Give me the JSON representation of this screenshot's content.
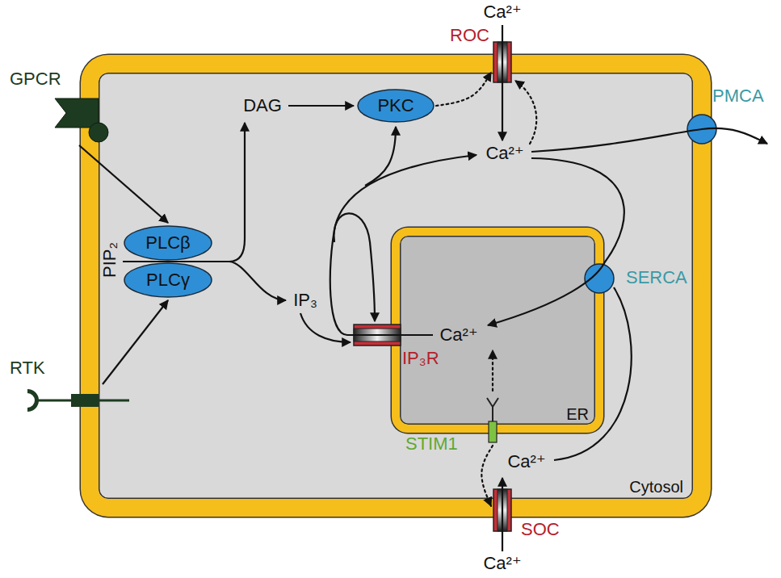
{
  "diagram": {
    "nodes": [
      {
        "text": [
          "Cytosol"
        ]
      },
      {
        "text": [
          "GPCR"
        ]
      },
      {
        "text": [
          "RTK"
        ]
      },
      {
        "text": [
          "PLCβ"
        ],
        "in": 0
      },
      {
        "text": [
          "PLCγ"
        ],
        "in": 0
      },
      {
        "text": [
          "PKC"
        ],
        "in": 0
      },
      {
        "text": [
          "ROC"
        ]
      },
      {
        "text": [
          "PMCA"
        ]
      },
      {
        "text": [
          "ER"
        ],
        "in": 0
      },
      {
        "text": [
          "IP₃R"
        ]
      },
      {
        "text": [
          "SERCA"
        ]
      },
      {
        "text": [
          "STIM1"
        ]
      },
      {
        "text": [
          "SOC"
        ]
      }
    ],
    "edges": [
      {
        "from": 1,
        "to": 3,
        "arrow": "to"
      },
      {
        "from": 2,
        "to": 4,
        "arrow": "to"
      },
      {
        "from": 5,
        "to": 6,
        "arrow": "to"
      },
      {
        "from": 11,
        "to": 12,
        "arrow": "to"
      }
    ],
    "labels": [
      "Ca²⁺",
      "DAG",
      "Ca²⁺",
      "PIP₂",
      "IP₃",
      "Ca²⁺",
      "Ca²⁺",
      "Ca²⁺"
    ]
  }
}
